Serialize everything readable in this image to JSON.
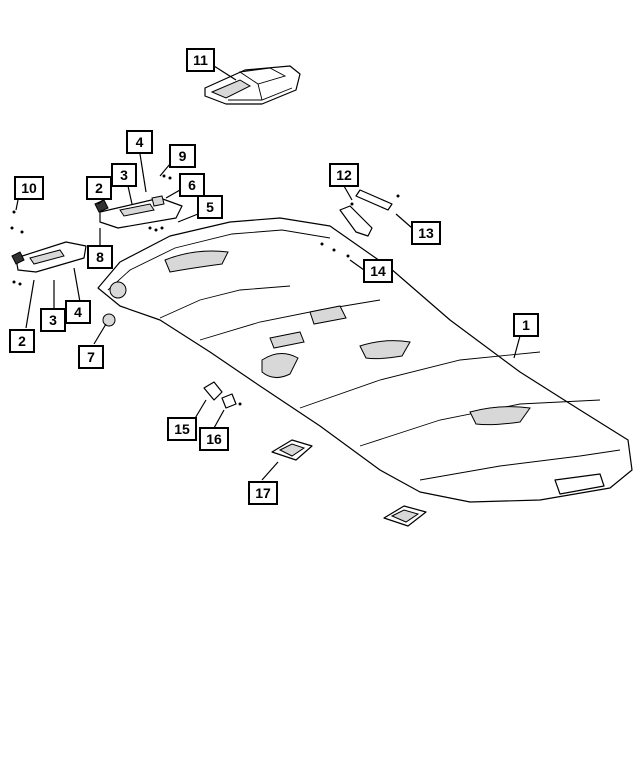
{
  "diagram": {
    "callouts": [
      {
        "id": "c11",
        "label": "11"
      },
      {
        "id": "c4a",
        "label": "4"
      },
      {
        "id": "c9",
        "label": "9"
      },
      {
        "id": "c2a",
        "label": "2"
      },
      {
        "id": "c3a",
        "label": "3"
      },
      {
        "id": "c6",
        "label": "6"
      },
      {
        "id": "c5",
        "label": "5"
      },
      {
        "id": "c8",
        "label": "8"
      },
      {
        "id": "c10",
        "label": "10"
      },
      {
        "id": "c2b",
        "label": "2"
      },
      {
        "id": "c3b",
        "label": "3"
      },
      {
        "id": "c4b",
        "label": "4"
      },
      {
        "id": "c7",
        "label": "7"
      },
      {
        "id": "c12",
        "label": "12"
      },
      {
        "id": "c13",
        "label": "13"
      },
      {
        "id": "c14",
        "label": "14"
      },
      {
        "id": "c1",
        "label": "1"
      },
      {
        "id": "c15",
        "label": "15"
      },
      {
        "id": "c16",
        "label": "16"
      },
      {
        "id": "c17",
        "label": "17"
      }
    ]
  }
}
